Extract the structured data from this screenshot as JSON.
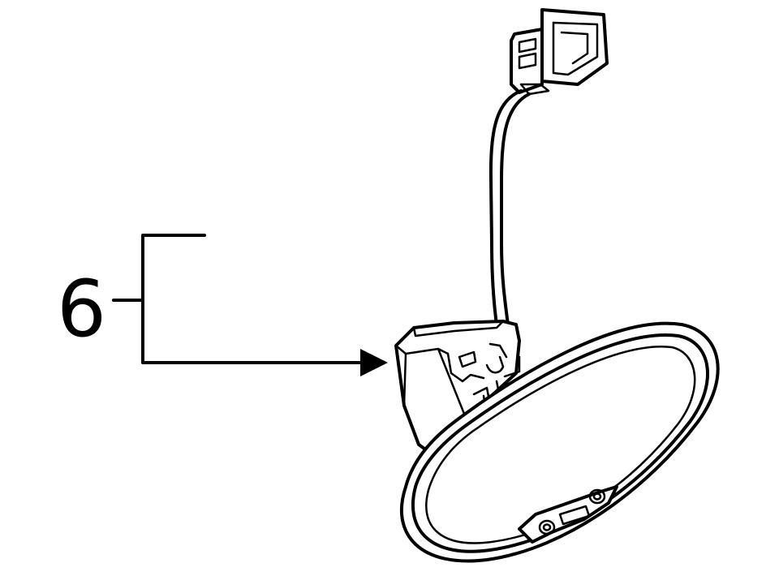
{
  "callout": {
    "number": "6"
  },
  "parts": [
    {
      "name": "rearview-mirror",
      "callout": "6"
    }
  ],
  "colors": {
    "line": "#000000",
    "background": "#ffffff"
  }
}
